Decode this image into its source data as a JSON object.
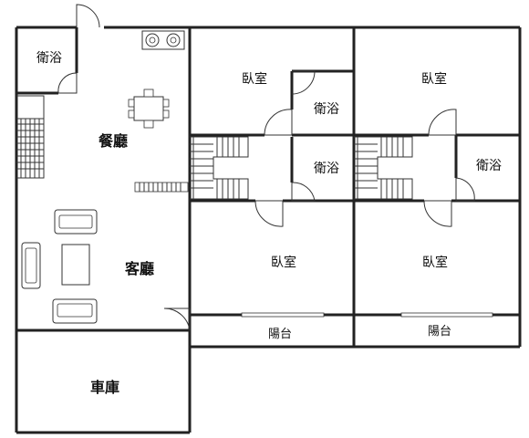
{
  "floor_plan": {
    "rooms": {
      "bath_top_left": "衛浴",
      "dining": "餐廳",
      "living": "客廳",
      "garage": "車庫",
      "bedroom_a_top": "臥室",
      "bath_a_upper": "衛浴",
      "bath_a_lower": "衛浴",
      "bedroom_a_bottom": "臥室",
      "balcony_a": "陽台",
      "bedroom_b_top": "臥室",
      "bath_b": "衛浴",
      "bedroom_b_bottom": "臥室",
      "balcony_b": "陽台"
    }
  }
}
